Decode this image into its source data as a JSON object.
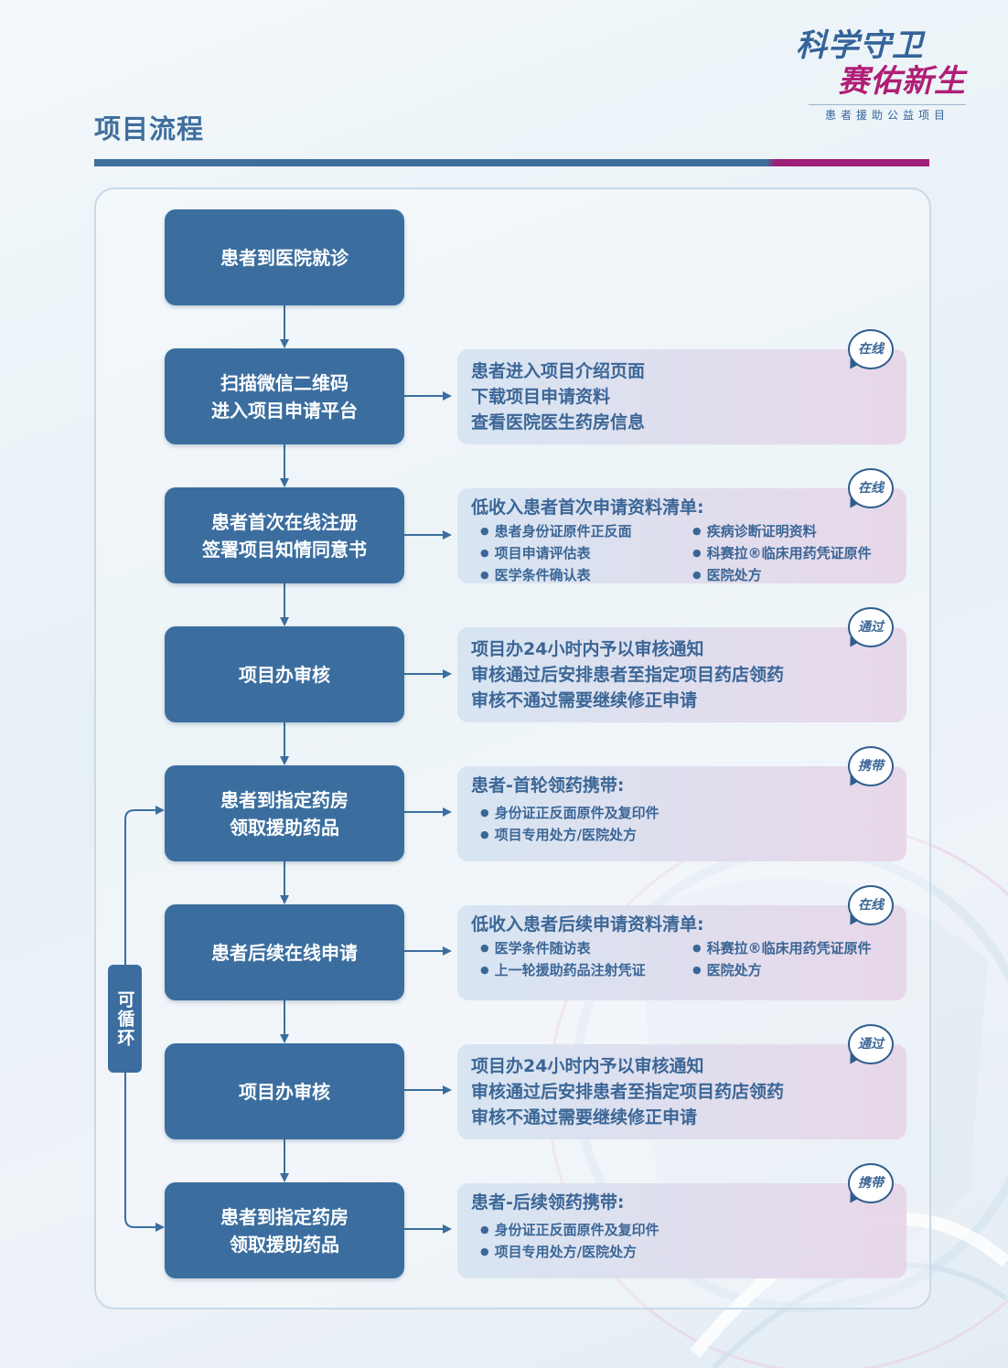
{
  "brand": {
    "line1": "科学守卫",
    "line2": "赛佑新生",
    "subtitle": "患者援助公益项目"
  },
  "title": "项目流程",
  "loop_label": "可循环",
  "steps": [
    {
      "lines": [
        "患者到医院就诊"
      ]
    },
    {
      "lines": [
        "扫描微信二维码",
        "进入项目申请平台"
      ]
    },
    {
      "lines": [
        "患者首次在线注册",
        "签署项目知情同意书"
      ]
    },
    {
      "lines": [
        "项目办审核"
      ]
    },
    {
      "lines": [
        "患者到指定药房",
        "领取援助药品"
      ]
    },
    {
      "lines": [
        "患者后续在线申请"
      ]
    },
    {
      "lines": [
        "项目办审核"
      ]
    },
    {
      "lines": [
        "患者到指定药房",
        "领取援助药品"
      ]
    }
  ],
  "infos": [
    {
      "badge": "在线",
      "lines": [
        "患者进入项目介绍页面",
        "下载项目申请资料",
        "查看医院医生药房信息"
      ]
    },
    {
      "badge": "在线",
      "heading": "低收入患者首次申请资料清单:",
      "items": [
        "患者身份证原件正反面",
        "疾病诊断证明资料",
        "项目申请评估表",
        "科赛拉®临床用药凭证原件",
        "医学条件确认表",
        "医院处方"
      ]
    },
    {
      "badge": "通过",
      "lines": [
        "项目办24小时内予以审核通知",
        "审核通过后安排患者至指定项目药店领药",
        "审核不通过需要继续修正申请"
      ]
    },
    {
      "badge": "携带",
      "heading": "患者-首轮领药携带:",
      "items": [
        "身份证正反面原件及复印件",
        "项目专用处方/医院处方"
      ]
    },
    {
      "badge": "在线",
      "heading": "低收入患者后续申请资料清单:",
      "items": [
        "医学条件随访表",
        "科赛拉®临床用药凭证原件",
        "上一轮援助药品注射凭证",
        "医院处方"
      ]
    },
    {
      "badge": "通过",
      "lines": [
        "项目办24小时内予以审核通知",
        "审核通过后安排患者至指定项目药店领药",
        "审核不通过需要继续修正申请"
      ]
    },
    {
      "badge": "携带",
      "heading": "患者-后续领药携带:",
      "items": [
        "身份证正反面原件及复印件",
        "项目专用处方/医院处方"
      ]
    }
  ],
  "colors": {
    "primary": "#3b6e9f",
    "accent": "#a01f7a",
    "info_text": "#3b6696"
  }
}
